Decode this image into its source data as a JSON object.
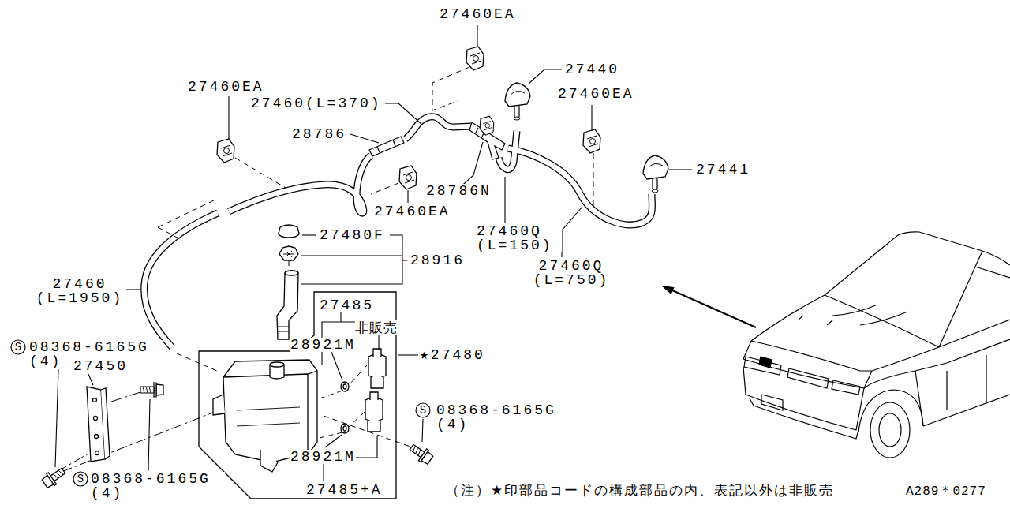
{
  "diagram": {
    "labels": [
      "27460EA",
      "27440",
      "27460EA",
      "27460EA",
      "27460(L=370)",
      "28786",
      "27441",
      "28786N",
      "27460EA",
      "27480F",
      "27460Q (L=150)",
      "28916",
      "27460Q (L=750)",
      "27460 (L=1950)",
      "27485",
      "28921M",
      "非販売",
      "★27480",
      "S",
      "08368-6165G (4)",
      "27450",
      "S",
      "08368-6165G (4)",
      "28921M",
      "S",
      "08368-6165G (4)",
      "27485+A",
      "（注）★印部品コードの構成部品の内、表記以外は非販売",
      "A289＊0277"
    ]
  }
}
